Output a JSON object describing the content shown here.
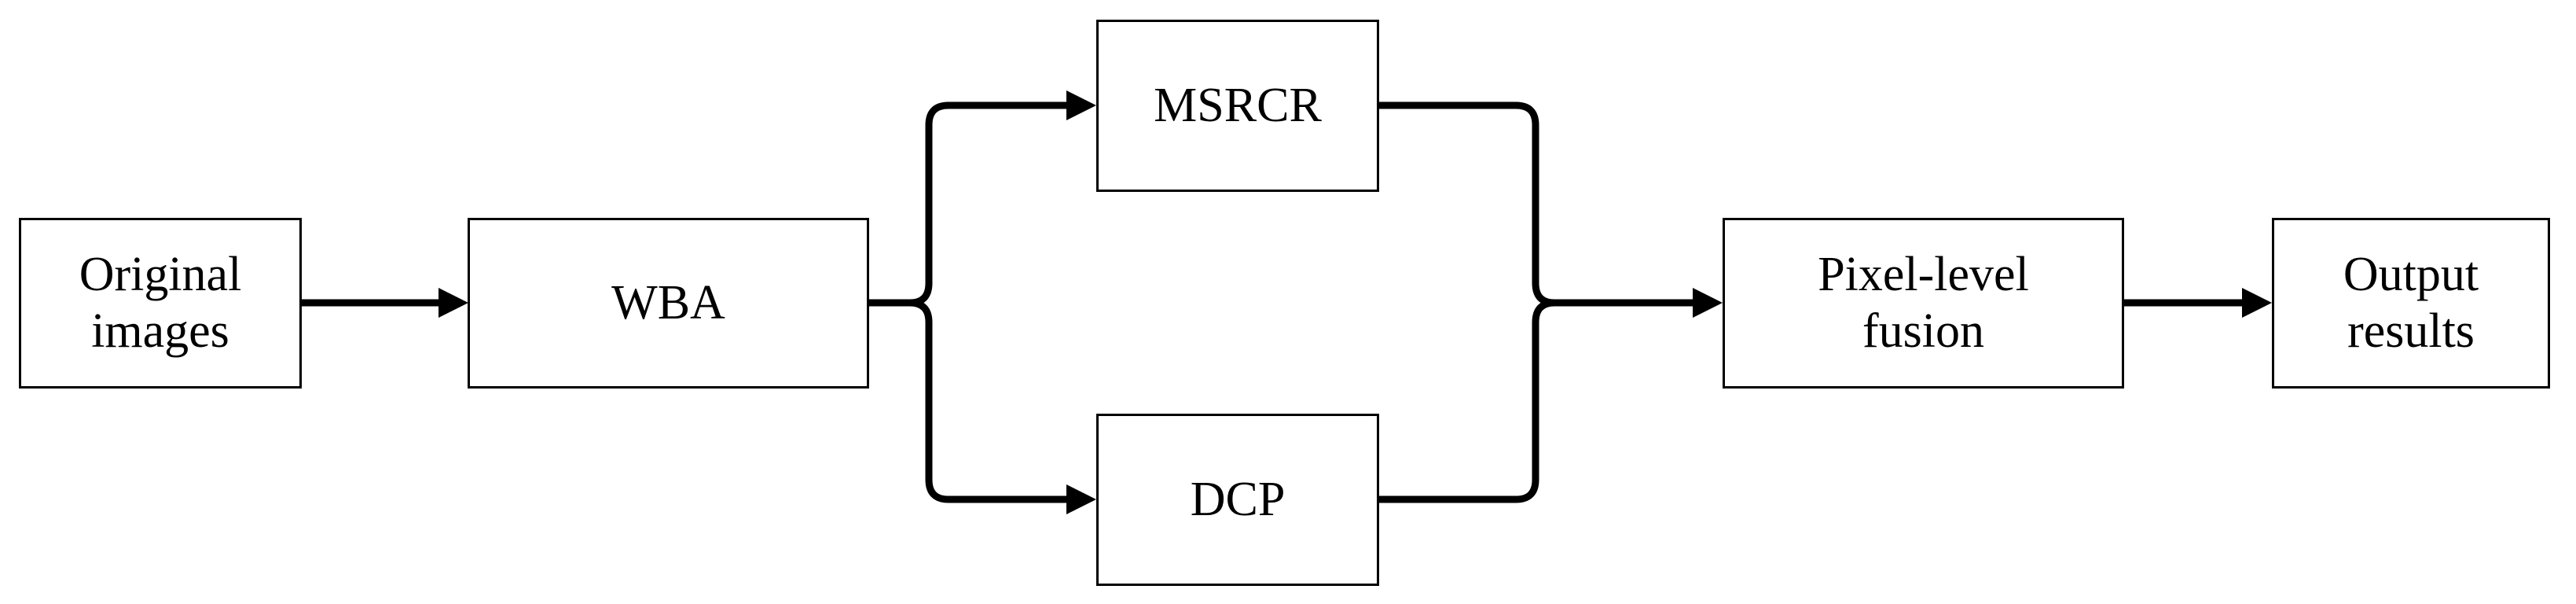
{
  "canvas": {
    "background_color": "#ffffff",
    "line_color": "#000000"
  },
  "nodes": {
    "original": {
      "label": "Original images",
      "lines": [
        "Original",
        "images"
      ]
    },
    "wba": {
      "label": "WBA",
      "lines": [
        "WBA"
      ]
    },
    "msrcr": {
      "label": "MSRCR",
      "lines": [
        "MSRCR"
      ]
    },
    "dcp": {
      "label": "DCP",
      "lines": [
        "DCP"
      ]
    },
    "fusion": {
      "label": "Pixel-level fusion",
      "lines": [
        "Pixel-level",
        "fusion"
      ]
    },
    "output": {
      "label": "Output results",
      "lines": [
        "Output",
        "results"
      ]
    }
  },
  "edges": [
    {
      "from": "Original images",
      "to": "WBA"
    },
    {
      "from": "WBA",
      "to": "MSRCR"
    },
    {
      "from": "WBA",
      "to": "DCP"
    },
    {
      "from": "MSRCR",
      "to": "Pixel-level fusion"
    },
    {
      "from": "DCP",
      "to": "Pixel-level fusion"
    },
    {
      "from": "Pixel-level fusion",
      "to": "Output results"
    }
  ]
}
